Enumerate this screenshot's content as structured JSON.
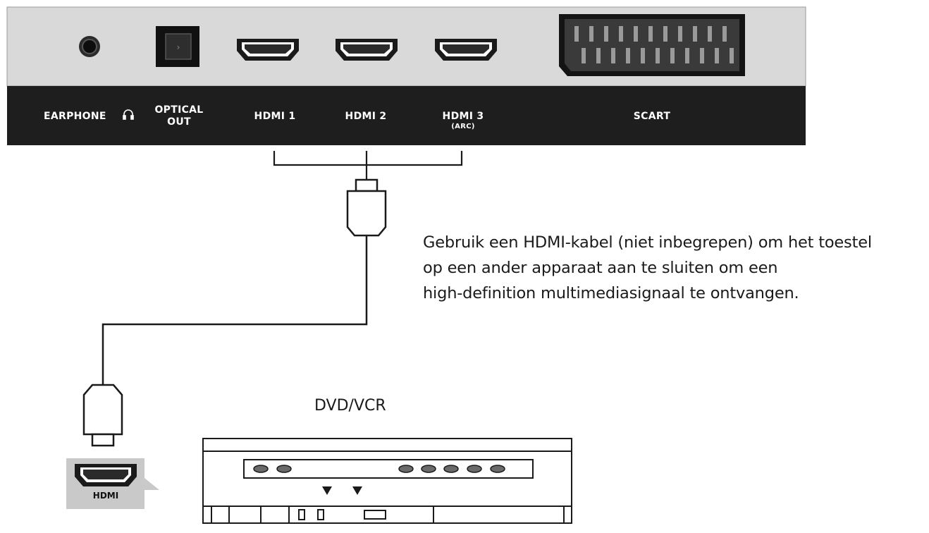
{
  "tv_panel": {
    "ports": [
      {
        "label": "EARPHONE",
        "icon": "headphone-icon"
      },
      {
        "label": "OPTICAL OUT"
      },
      {
        "label": "HDMI 1"
      },
      {
        "label": "HDMI 2"
      },
      {
        "label": "HDMI 3",
        "sub_label": "(ARC)"
      },
      {
        "label": "SCART"
      }
    ]
  },
  "note": {
    "lines": [
      "Gebruik een HDMI-kabel (niet inbegrepen) om het toestel",
      "op een ander apparaat aan te sluiten om een",
      "high-definition multimediasignaal te ontvangen."
    ]
  },
  "device": {
    "title": "DVD/VCR",
    "port_label": "HDMI"
  },
  "colors": {
    "panel_gray": "#d9d9d9",
    "label_bar": "#1e1e1e",
    "line": "#1a1a1a"
  }
}
